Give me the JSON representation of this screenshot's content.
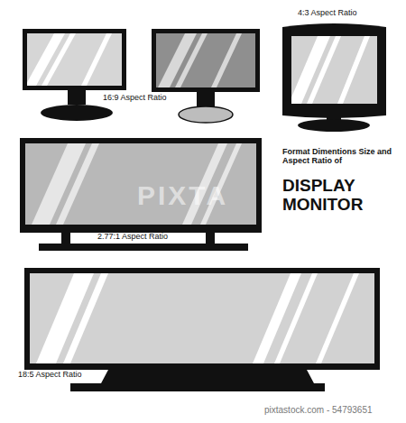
{
  "diagram": {
    "title": "DISPLAY MONITOR",
    "labels": [
      "4:3 Aspect Ratio",
      "16:9 Aspect Ratio",
      "Format Dimentions Size and Aspect Ratio of",
      "2.77:1 Aspect Ratio",
      "18:5 Aspect Ratio",
      "PIXTA",
      "pixtastock.com - 54793651"
    ]
  }
}
